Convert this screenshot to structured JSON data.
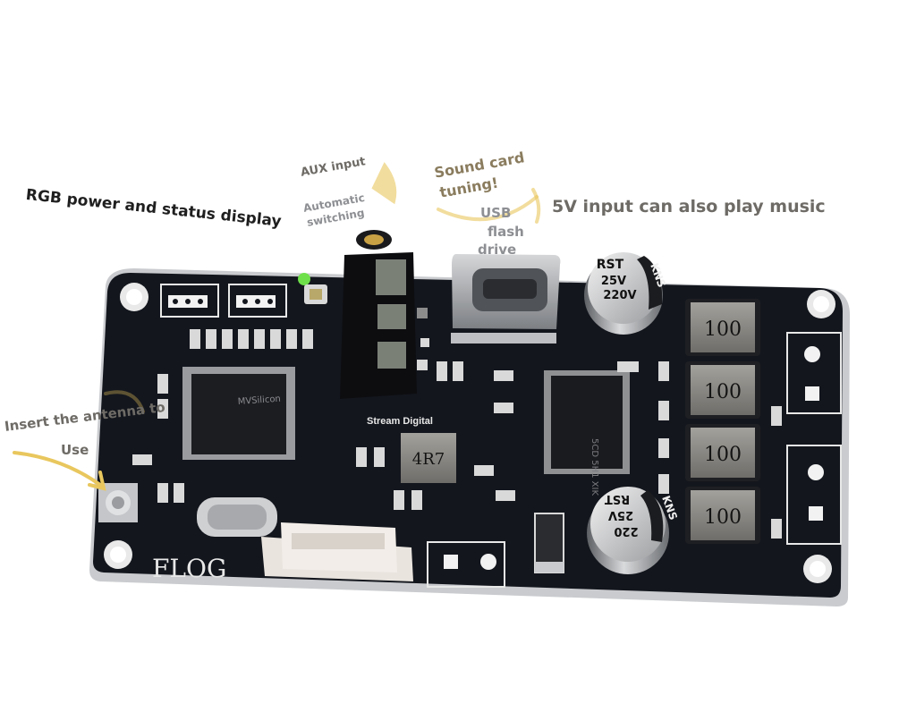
{
  "annotations": {
    "rgb_display": "RGB power and status display",
    "aux_input": "AUX input",
    "auto_switching_1": "Automatic",
    "auto_switching_2": "switching",
    "sound_card_1": "Sound card",
    "sound_card_2": "tuning!",
    "usb_1": "USB",
    "usb_2": "flash",
    "usb_3": "drive",
    "five_v": "5V input can also play music",
    "antenna_1": "Insert the antenna to",
    "antenna_2": "Use"
  },
  "board": {
    "brand": "FLOG",
    "silk_stream": "Stream Digital",
    "inductor_small": "4R7",
    "inductor_large": [
      "100",
      "100",
      "100",
      "100"
    ],
    "cap_top": {
      "line1": "RST",
      "line2": "25V",
      "line3": "220V",
      "side": "KNS"
    },
    "cap_bottom": {
      "line1": "RST",
      "line2": "25V",
      "line3": "220",
      "side": "KNS"
    },
    "mcu_mark": "MVSilicon",
    "amp_mark": "5CD 5H1 XIK"
  },
  "colors": {
    "pcb": "#13161d",
    "pcb_edge": "#2b2f37",
    "silk": "#e8e8e8",
    "arrow": "#e9c75e",
    "inductor": "#8b8984"
  }
}
